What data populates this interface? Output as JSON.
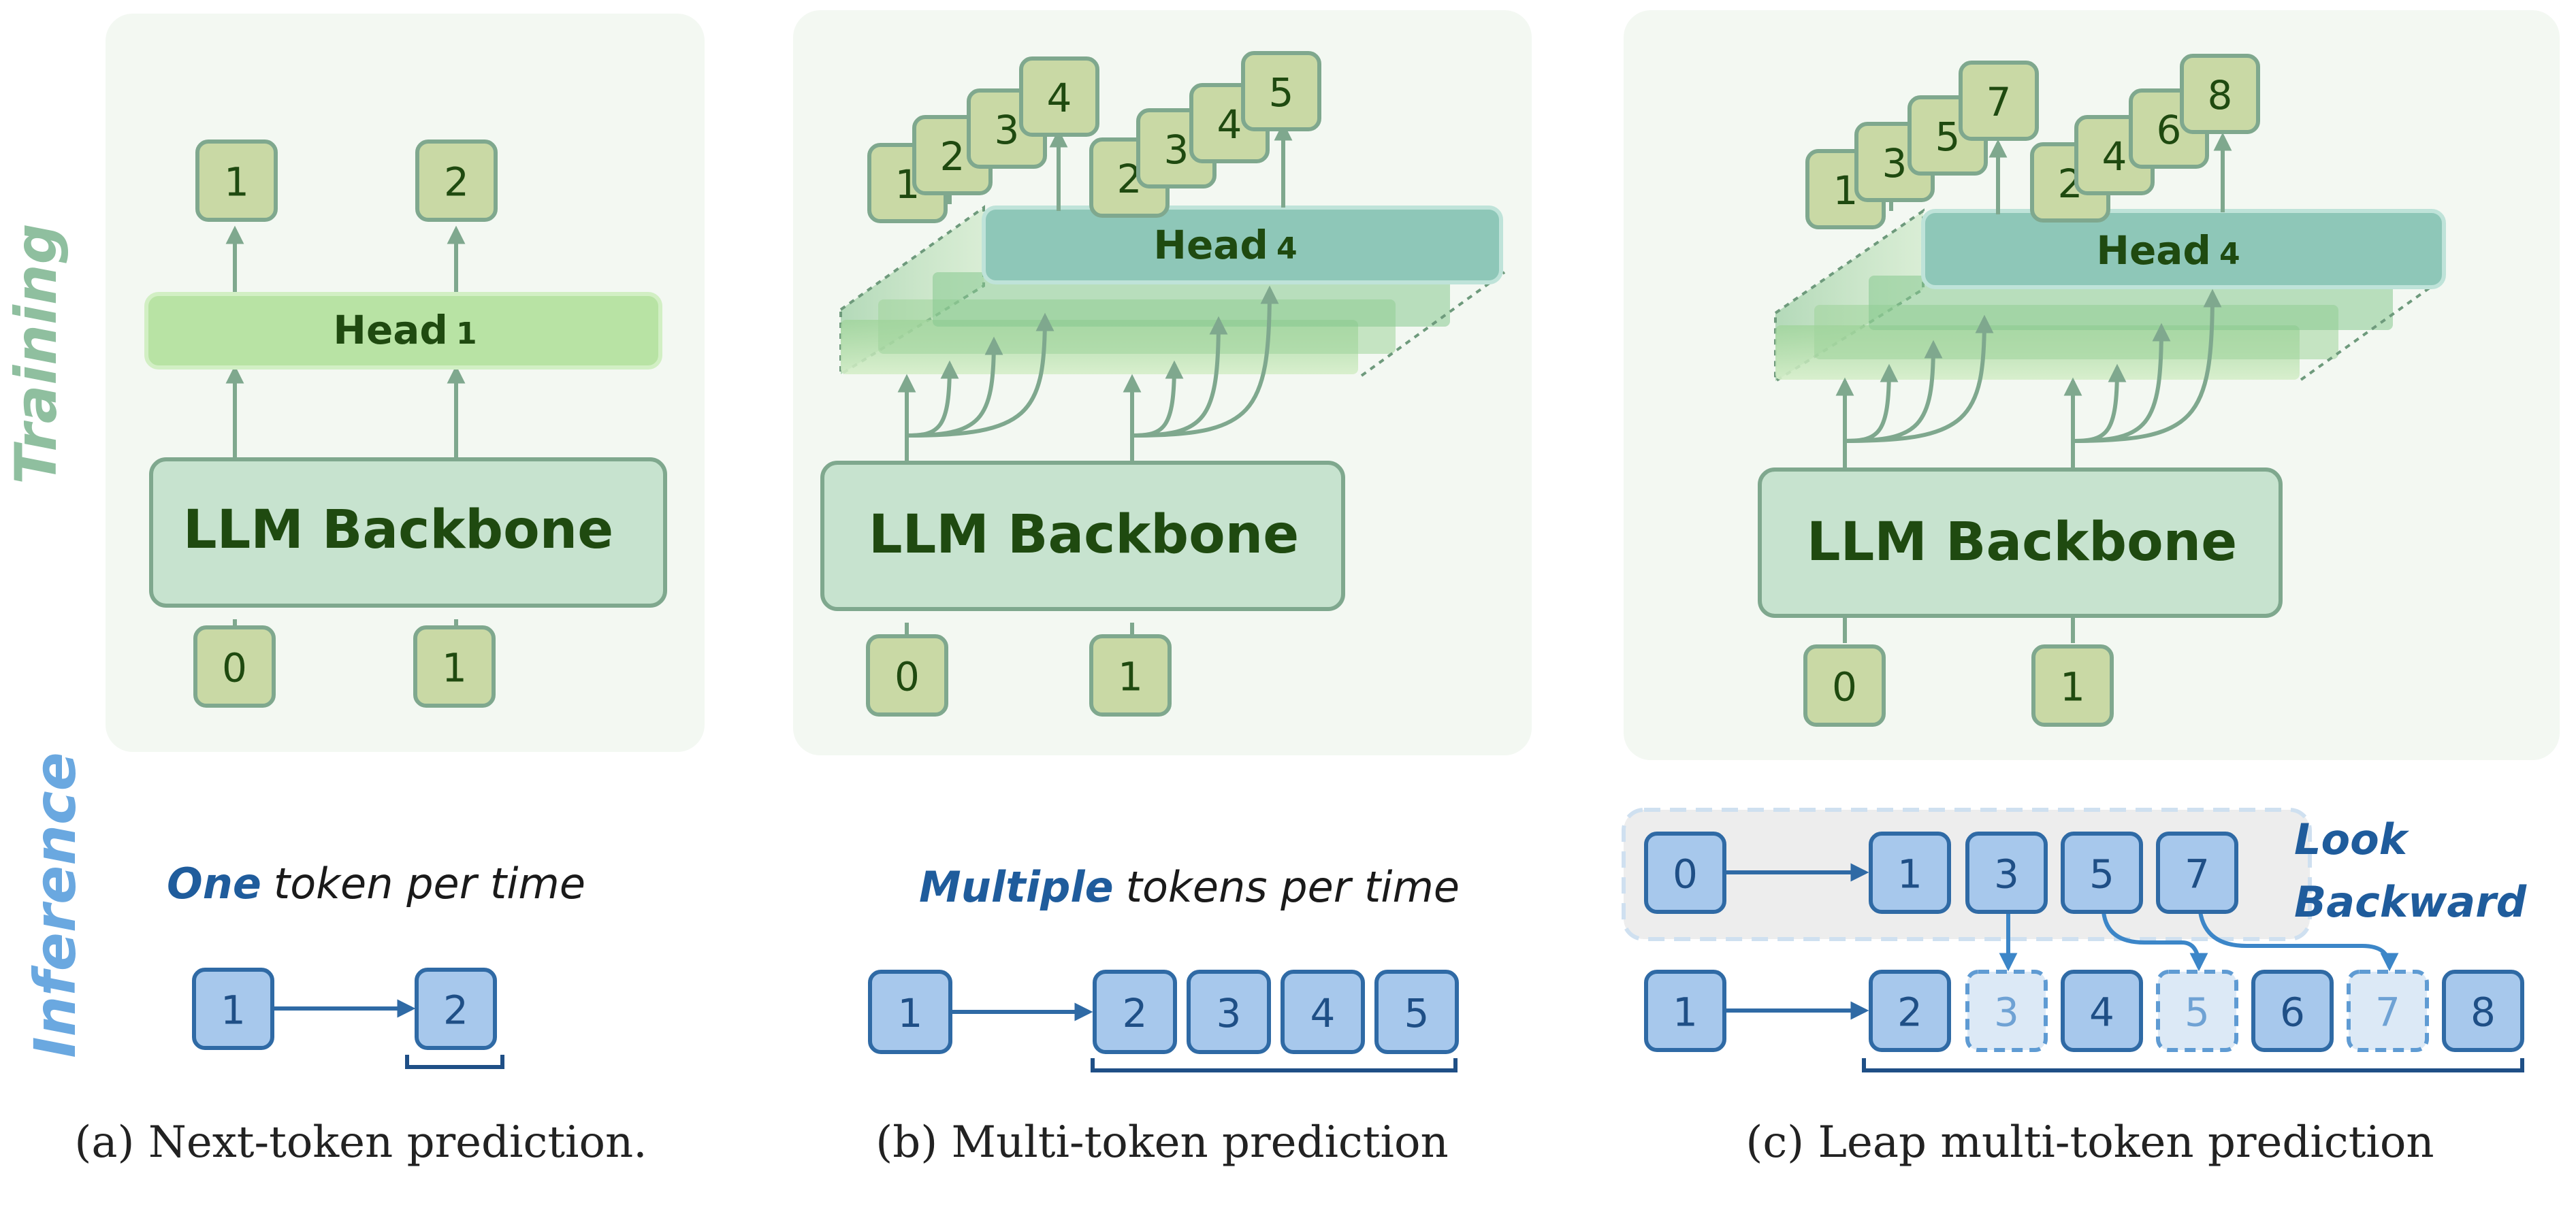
{
  "row_labels": {
    "training": "Training",
    "inference": "Inference"
  },
  "panels": [
    {
      "id": "a",
      "backbone_label": "LLM Backbone",
      "head_label": "Head",
      "head_index": "1",
      "input_tokens": [
        "0",
        "1"
      ],
      "output_tokens": [
        "1",
        "2"
      ],
      "inference_emph": "One",
      "inference_rest": "token per time",
      "inference_tokens": [
        "1",
        "2"
      ],
      "caption": "(a) Next-token prediction."
    },
    {
      "id": "b",
      "backbone_label": "LLM Backbone",
      "head_label": "Head",
      "head_index": "4",
      "input_tokens": [
        "0",
        "1"
      ],
      "output_tokens_left": [
        "1",
        "2",
        "3",
        "4"
      ],
      "output_tokens_right": [
        "2",
        "3",
        "4",
        "5"
      ],
      "inference_emph": "Multiple",
      "inference_rest": "tokens per time",
      "inference_tokens": [
        "1",
        "2",
        "3",
        "4",
        "5"
      ],
      "caption": "(b) Multi-token prediction"
    },
    {
      "id": "c",
      "backbone_label": "LLM Backbone",
      "head_label": "Head",
      "head_index": "4",
      "input_tokens": [
        "0",
        "1"
      ],
      "output_tokens_left": [
        "1",
        "3",
        "5",
        "7"
      ],
      "output_tokens_right": [
        "2",
        "4",
        "6",
        "8"
      ],
      "lookback_label_1": "Look",
      "lookback_label_2": "Backward",
      "lookback_tokens": [
        "0",
        "1",
        "3",
        "5",
        "7"
      ],
      "inference_tokens": [
        "1",
        "2",
        "3",
        "4",
        "5",
        "6",
        "7",
        "8"
      ],
      "faded_tokens": [
        "3",
        "5",
        "7"
      ],
      "caption": "(c) Leap multi-token prediction"
    }
  ],
  "colors": {
    "green_panel_bg": "#f3f8f2",
    "green_token_fill": "#c9d9a5",
    "green_token_stroke": "#7fa88e",
    "green_token_text": "#1f4a10",
    "backbone_fill": "#c7e3cf",
    "backbone_stroke": "#7fa88e",
    "head_fill": "#b8e3a4",
    "head4_fill": "#8ec7b8",
    "arrow_green": "#7fa88e",
    "training_label": "#8fbf9f",
    "blue_token_fill": "#a7c8ec",
    "blue_token_stroke": "#2f6aa5",
    "blue_text": "#1f4f86",
    "inference_label": "#6aa8e0",
    "caption_text": "#222222"
  }
}
